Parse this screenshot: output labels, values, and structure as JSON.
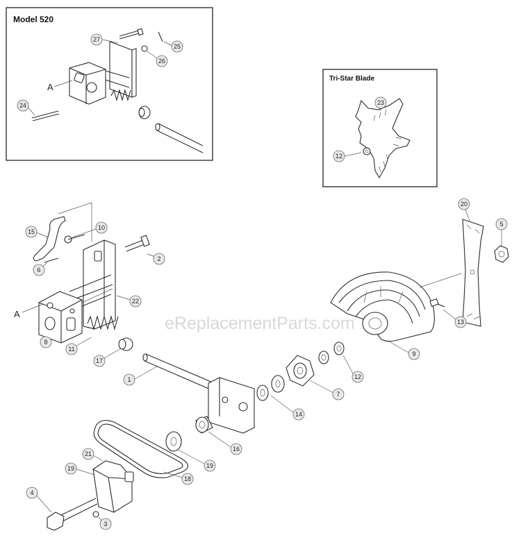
{
  "inset_model": {
    "title": "Model 520"
  },
  "inset_blade": {
    "title": "Tri-Star Blade"
  },
  "watermark": "eReplacementParts.com",
  "letter_marks": [
    "A",
    "A"
  ],
  "callouts_inset_model": [
    "27",
    "25",
    "26",
    "24"
  ],
  "callouts_inset_blade": [
    "23",
    "12"
  ],
  "callouts_main": [
    "20",
    "5",
    "15",
    "10",
    "2",
    "6",
    "22",
    "13",
    "9",
    "8",
    "11",
    "17",
    "12",
    "7",
    "1",
    "14",
    "16",
    "21",
    "19",
    "18",
    "19",
    "4",
    "3"
  ]
}
